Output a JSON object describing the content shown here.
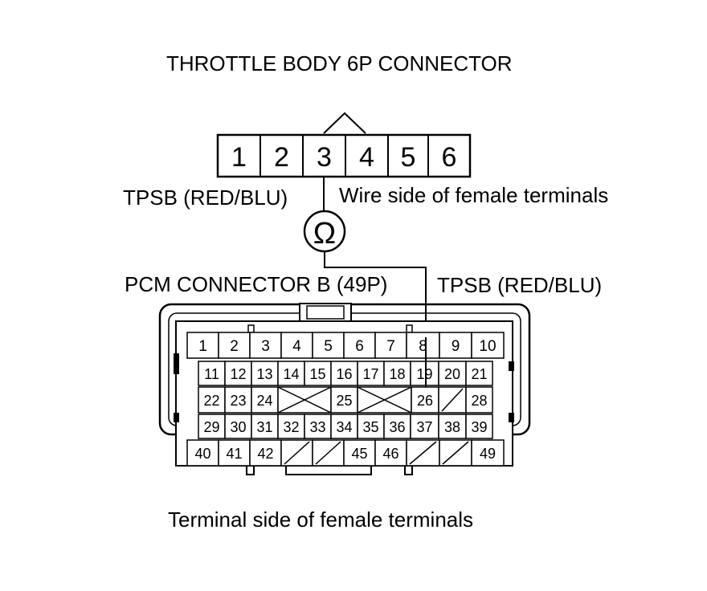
{
  "throttle": {
    "title": "THROTTLE BODY 6P CONNECTOR",
    "pins": [
      "1",
      "2",
      "3",
      "4",
      "5",
      "6"
    ],
    "wire_label": "TPSB (RED/BLU)",
    "side_note": "Wire side of female terminals"
  },
  "meter": {
    "symbol": "Ω"
  },
  "pcm": {
    "title": "PCM CONNECTOR B (49P)",
    "wire_label": "TPSB (RED/BLU)",
    "rows": [
      [
        "1",
        "2",
        "3",
        "4",
        "5",
        "6",
        "7",
        "8",
        "9",
        "10"
      ],
      [
        "11",
        "12",
        "13",
        "14",
        "15",
        "16",
        "17",
        "18",
        "19",
        "20",
        "21"
      ],
      [
        "22",
        "23",
        "24",
        "",
        "25",
        "",
        "26",
        "",
        "28"
      ],
      [
        "29",
        "30",
        "31",
        "32",
        "33",
        "34",
        "35",
        "36",
        "37",
        "38",
        "39"
      ],
      [
        "40",
        "41",
        "42",
        "",
        "",
        "45",
        "46",
        "",
        "",
        "49"
      ]
    ],
    "side_note": "Terminal side of female terminals"
  }
}
